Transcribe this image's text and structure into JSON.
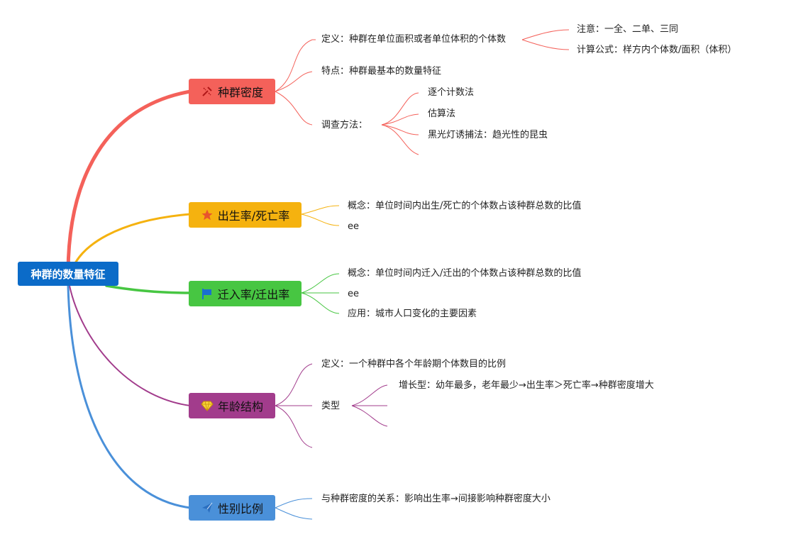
{
  "root": "种群的数量特征",
  "branches": [
    {
      "label": "种群密度",
      "icon": "tools-icon",
      "color": "#f4615a",
      "leaves": {
        "definition": "定义：种群在单位面积或者单位体积的个体数",
        "note": "注意：一全、二单、三同",
        "formula": "计算公式：样方内个体数/面积（体积）",
        "feature": "特点：种群最基本的数量特征",
        "survey": "调查方法：",
        "m1": "逐个计数法",
        "m2": "估算法",
        "m3": "黑光灯诱捕法：趋光性的昆虫"
      }
    },
    {
      "label": "出生率/死亡率",
      "icon": "star-icon",
      "color": "#f5b20f",
      "leaves": {
        "concept": "概念：单位时间内出生/死亡的个体数占该种群总数的比值",
        "extra": "ee"
      }
    },
    {
      "label": "迁入率/迁出率",
      "icon": "flag-icon",
      "color": "#47c642",
      "leaves": {
        "concept": "概念：单位时间内迁入/迁出的个体数占该种群总数的比值",
        "extra": "ee",
        "application": "应用：城市人口变化的主要因素"
      }
    },
    {
      "label": "年龄结构",
      "icon": "diamond-icon",
      "color": "#a23c8c",
      "leaves": {
        "definition": "定义：一个种群中各个年龄期个体数目的比例",
        "types": "类型",
        "growth": "增长型：幼年最多，老年最少→出生率＞死亡率→种群密度增大"
      }
    },
    {
      "label": "性别比例",
      "icon": "paper-plane-icon",
      "color": "#4a90d9",
      "leaves": {
        "relation": "与种群密度的关系：影响出生率→间接影响种群密度大小"
      }
    }
  ]
}
